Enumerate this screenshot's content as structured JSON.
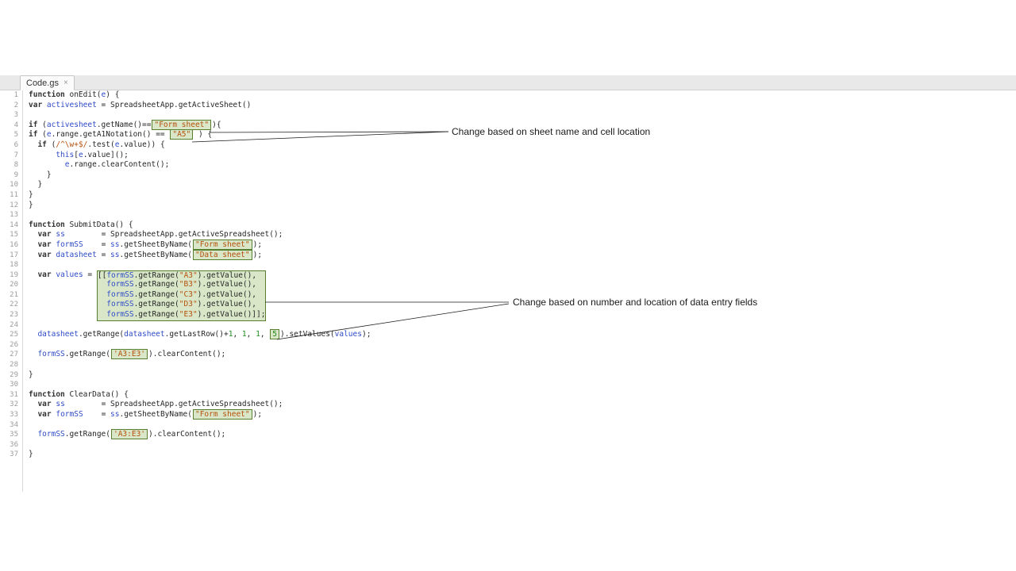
{
  "tab_bar": {
    "tabs": [
      {
        "label": "Code.gs",
        "close_glyph": "×",
        "active": true
      }
    ]
  },
  "colors": {
    "tab_bar_bg": "#e9e9e9",
    "highlight_bg": "#d9e7c8",
    "highlight_border": "#567f2f",
    "keyword": "#333333",
    "variable": "#2f4bc7",
    "plain": "#262626",
    "string": "#b5510d",
    "number": "#1d8a1d",
    "regex": "#b5510d",
    "line_number": "#9b9b9b"
  },
  "annotations": [
    {
      "text": "Change based on sheet name and cell location"
    },
    {
      "text": "Change based on number and location of data entry fields"
    }
  ],
  "editor": {
    "lines": [
      {
        "n": 1,
        "tokens": [
          {
            "t": "function",
            "c": "kw"
          },
          {
            "t": " onEdit(",
            "c": "pl"
          },
          {
            "t": "e",
            "c": "id"
          },
          {
            "t": ") {",
            "c": "pl"
          }
        ]
      },
      {
        "n": 2,
        "tokens": [
          {
            "t": "var",
            "c": "kw"
          },
          {
            "t": " ",
            "c": "pl"
          },
          {
            "t": "activesheet",
            "c": "id"
          },
          {
            "t": " = SpreadsheetApp.getActiveSheet()",
            "c": "pl"
          }
        ]
      },
      {
        "n": 3,
        "tokens": []
      },
      {
        "n": 4,
        "tokens": [
          {
            "t": "if",
            "c": "kw"
          },
          {
            "t": " (",
            "c": "pl"
          },
          {
            "t": "activesheet",
            "c": "id"
          },
          {
            "t": ".getName()==",
            "c": "pl"
          },
          {
            "w": "hl",
            "inner": [
              {
                "t": "\"Form sheet\"",
                "c": "st"
              }
            ]
          },
          {
            "t": "){",
            "c": "pl"
          }
        ]
      },
      {
        "n": 5,
        "tokens": [
          {
            "t": "if",
            "c": "kw"
          },
          {
            "t": " (",
            "c": "pl"
          },
          {
            "t": "e",
            "c": "id"
          },
          {
            "t": ".range.getA1Notation() == ",
            "c": "pl"
          },
          {
            "w": "hl",
            "inner": [
              {
                "t": "\"A5\"",
                "c": "st"
              }
            ]
          },
          {
            "t": " ) {",
            "c": "pl"
          }
        ]
      },
      {
        "n": 6,
        "tokens": [
          {
            "t": "  ",
            "c": "pl"
          },
          {
            "t": "if",
            "c": "kw"
          },
          {
            "t": " (",
            "c": "pl"
          },
          {
            "t": "/^\\w+$/",
            "c": "rx"
          },
          {
            "t": ".test(",
            "c": "pl"
          },
          {
            "t": "e",
            "c": "id"
          },
          {
            "t": ".value)) {",
            "c": "pl"
          }
        ]
      },
      {
        "n": 7,
        "tokens": [
          {
            "t": "      ",
            "c": "pl"
          },
          {
            "t": "this",
            "c": "id"
          },
          {
            "t": "[",
            "c": "pl"
          },
          {
            "t": "e",
            "c": "id"
          },
          {
            "t": ".value]();",
            "c": "pl"
          }
        ]
      },
      {
        "n": 8,
        "tokens": [
          {
            "t": "        ",
            "c": "pl"
          },
          {
            "t": "e",
            "c": "id"
          },
          {
            "t": ".range.clearContent();",
            "c": "pl"
          }
        ]
      },
      {
        "n": 9,
        "tokens": [
          {
            "t": "    }",
            "c": "pl"
          }
        ]
      },
      {
        "n": 10,
        "tokens": [
          {
            "t": "  }",
            "c": "pl"
          }
        ]
      },
      {
        "n": 11,
        "tokens": [
          {
            "t": "}",
            "c": "pl"
          }
        ]
      },
      {
        "n": 12,
        "tokens": [
          {
            "t": "}",
            "c": "pl"
          }
        ]
      },
      {
        "n": 13,
        "tokens": []
      },
      {
        "n": 14,
        "tokens": [
          {
            "t": "function",
            "c": "kw"
          },
          {
            "t": " SubmitData() {",
            "c": "pl"
          }
        ]
      },
      {
        "n": 15,
        "tokens": [
          {
            "t": "  ",
            "c": "pl"
          },
          {
            "t": "var",
            "c": "kw"
          },
          {
            "t": " ",
            "c": "pl"
          },
          {
            "t": "ss",
            "c": "id"
          },
          {
            "t": "        = SpreadsheetApp.getActiveSpreadsheet();",
            "c": "pl"
          }
        ]
      },
      {
        "n": 16,
        "tokens": [
          {
            "t": "  ",
            "c": "pl"
          },
          {
            "t": "var",
            "c": "kw"
          },
          {
            "t": " ",
            "c": "pl"
          },
          {
            "t": "formSS",
            "c": "id"
          },
          {
            "t": "    = ",
            "c": "pl"
          },
          {
            "t": "ss",
            "c": "id"
          },
          {
            "t": ".getSheetByName(",
            "c": "pl"
          },
          {
            "w": "hl",
            "inner": [
              {
                "t": "\"Form sheet\"",
                "c": "st"
              }
            ]
          },
          {
            "t": ");",
            "c": "pl"
          }
        ]
      },
      {
        "n": 17,
        "tokens": [
          {
            "t": "  ",
            "c": "pl"
          },
          {
            "t": "var",
            "c": "kw"
          },
          {
            "t": " ",
            "c": "pl"
          },
          {
            "t": "datasheet",
            "c": "id"
          },
          {
            "t": " = ",
            "c": "pl"
          },
          {
            "t": "ss",
            "c": "id"
          },
          {
            "t": ".getSheetByName(",
            "c": "pl"
          },
          {
            "w": "hl",
            "inner": [
              {
                "t": "\"Data sheet\"",
                "c": "st"
              }
            ]
          },
          {
            "t": ");",
            "c": "pl"
          }
        ]
      },
      {
        "n": 18,
        "tokens": []
      },
      {
        "n": 19,
        "tokens": [
          {
            "t": "  ",
            "c": "pl"
          },
          {
            "t": "var",
            "c": "kw"
          },
          {
            "t": " ",
            "c": "pl"
          },
          {
            "t": "values",
            "c": "id"
          },
          {
            "t": " = ",
            "c": "pl"
          },
          {
            "w": "hlb hlb-top",
            "inner": [
              {
                "t": "[[",
                "c": "pl"
              },
              {
                "t": "formSS",
                "c": "id"
              },
              {
                "t": ".getRange(",
                "c": "pl"
              },
              {
                "t": "\"A3\"",
                "c": "st"
              },
              {
                "t": ").getValue(),",
                "c": "pl"
              }
            ]
          }
        ]
      },
      {
        "n": 20,
        "tokens": [
          {
            "t": "               ",
            "c": "pl"
          },
          {
            "w": "hlb",
            "inner": [
              {
                "t": "  ",
                "c": "pl"
              },
              {
                "t": "formSS",
                "c": "id"
              },
              {
                "t": ".getRange(",
                "c": "pl"
              },
              {
                "t": "\"B3\"",
                "c": "st"
              },
              {
                "t": ").getValue(),",
                "c": "pl"
              }
            ]
          }
        ]
      },
      {
        "n": 21,
        "tokens": [
          {
            "t": "               ",
            "c": "pl"
          },
          {
            "w": "hlb",
            "inner": [
              {
                "t": "  ",
                "c": "pl"
              },
              {
                "t": "formSS",
                "c": "id"
              },
              {
                "t": ".getRange(",
                "c": "pl"
              },
              {
                "t": "\"C3\"",
                "c": "st"
              },
              {
                "t": ").getValue(),",
                "c": "pl"
              }
            ]
          }
        ]
      },
      {
        "n": 22,
        "tokens": [
          {
            "t": "               ",
            "c": "pl"
          },
          {
            "w": "hlb",
            "inner": [
              {
                "t": "  ",
                "c": "pl"
              },
              {
                "t": "formSS",
                "c": "id"
              },
              {
                "t": ".getRange(",
                "c": "pl"
              },
              {
                "t": "\"D3\"",
                "c": "st"
              },
              {
                "t": ").getValue(),",
                "c": "pl"
              }
            ]
          }
        ]
      },
      {
        "n": 23,
        "tokens": [
          {
            "t": "               ",
            "c": "pl"
          },
          {
            "w": "hlb hlb-bot",
            "inner": [
              {
                "t": "  ",
                "c": "pl"
              },
              {
                "t": "formSS",
                "c": "id"
              },
              {
                "t": ".getRange(",
                "c": "pl"
              },
              {
                "t": "\"E3\"",
                "c": "st"
              },
              {
                "t": ").getValue()]];",
                "c": "pl"
              }
            ]
          }
        ]
      },
      {
        "n": 24,
        "tokens": []
      },
      {
        "n": 25,
        "tokens": [
          {
            "t": "  ",
            "c": "pl"
          },
          {
            "t": "datasheet",
            "c": "id"
          },
          {
            "t": ".getRange(",
            "c": "pl"
          },
          {
            "t": "datasheet",
            "c": "id"
          },
          {
            "t": ".getLastRow()+",
            "c": "pl"
          },
          {
            "t": "1",
            "c": "num"
          },
          {
            "t": ", ",
            "c": "pl"
          },
          {
            "t": "1",
            "c": "num"
          },
          {
            "t": ", ",
            "c": "pl"
          },
          {
            "t": "1",
            "c": "num"
          },
          {
            "t": ", ",
            "c": "pl"
          },
          {
            "w": "hl",
            "inner": [
              {
                "t": "5",
                "c": "num"
              }
            ]
          },
          {
            "t": ").setValues(",
            "c": "pl"
          },
          {
            "t": "values",
            "c": "id"
          },
          {
            "t": ");",
            "c": "pl"
          }
        ]
      },
      {
        "n": 26,
        "tokens": []
      },
      {
        "n": 27,
        "tokens": [
          {
            "t": "  ",
            "c": "pl"
          },
          {
            "t": "formSS",
            "c": "id"
          },
          {
            "t": ".getRange(",
            "c": "pl"
          },
          {
            "w": "hl",
            "inner": [
              {
                "t": "'A3:E3'",
                "c": "st"
              }
            ]
          },
          {
            "t": ").clearContent();",
            "c": "pl"
          }
        ]
      },
      {
        "n": 28,
        "tokens": []
      },
      {
        "n": 29,
        "tokens": [
          {
            "t": "}",
            "c": "pl"
          }
        ]
      },
      {
        "n": 30,
        "tokens": []
      },
      {
        "n": 31,
        "tokens": [
          {
            "t": "function",
            "c": "kw"
          },
          {
            "t": " ClearData() {",
            "c": "pl"
          }
        ]
      },
      {
        "n": 32,
        "tokens": [
          {
            "t": "  ",
            "c": "pl"
          },
          {
            "t": "var",
            "c": "kw"
          },
          {
            "t": " ",
            "c": "pl"
          },
          {
            "t": "ss",
            "c": "id"
          },
          {
            "t": "        = SpreadsheetApp.getActiveSpreadsheet();",
            "c": "pl"
          }
        ]
      },
      {
        "n": 33,
        "tokens": [
          {
            "t": "  ",
            "c": "pl"
          },
          {
            "t": "var",
            "c": "kw"
          },
          {
            "t": " ",
            "c": "pl"
          },
          {
            "t": "formSS",
            "c": "id"
          },
          {
            "t": "    = ",
            "c": "pl"
          },
          {
            "t": "ss",
            "c": "id"
          },
          {
            "t": ".getSheetByName(",
            "c": "pl"
          },
          {
            "w": "hl",
            "inner": [
              {
                "t": "\"Form sheet\"",
                "c": "st"
              }
            ]
          },
          {
            "t": ");",
            "c": "pl"
          }
        ]
      },
      {
        "n": 34,
        "tokens": []
      },
      {
        "n": 35,
        "tokens": [
          {
            "t": "  ",
            "c": "pl"
          },
          {
            "t": "formSS",
            "c": "id"
          },
          {
            "t": ".getRange(",
            "c": "pl"
          },
          {
            "w": "hl",
            "inner": [
              {
                "t": "'A3:E3'",
                "c": "st"
              }
            ]
          },
          {
            "t": ").clearContent();",
            "c": "pl"
          }
        ]
      },
      {
        "n": 36,
        "tokens": []
      },
      {
        "n": 37,
        "tokens": [
          {
            "t": "}",
            "c": "pl"
          }
        ]
      }
    ]
  }
}
